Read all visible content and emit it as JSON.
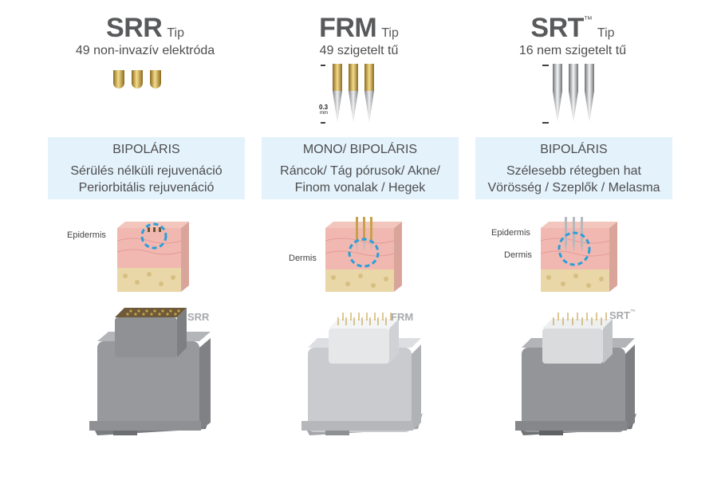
{
  "columns": [
    {
      "title": "SRR",
      "tm": "",
      "tip": "Tip",
      "subtitle": "49 non-invazív elektróda",
      "mode": "BIPOLÁRIS",
      "indication_1": "Sérülés nélküli rejuvenáció",
      "indication_2": "Periorbitális rejuvenáció",
      "skin_labels": [
        "Epidermis"
      ],
      "device_label": "SRR",
      "device_tm": ""
    },
    {
      "title": "FRM",
      "tm": "",
      "tip": "Tip",
      "subtitle": "49 szigetelt tű",
      "depth_label_1": "0.3",
      "depth_label_2": "mm",
      "mode": "MONO/ BIPOLÁRIS",
      "indication_1": "Ráncok/ Tág pórusok/ Akne/",
      "indication_2": "Finom vonalak / Hegek",
      "skin_labels": [
        "Dermis"
      ],
      "device_label": "FRM",
      "device_tm": ""
    },
    {
      "title": "SRT",
      "tm": "™",
      "tip": "Tip",
      "subtitle": "16 nem szigetelt tű",
      "mode": "BIPOLÁRIS",
      "indication_1": "Szélesebb rétegben hat",
      "indication_2": "Vörösség / Szeplők / Melasma",
      "skin_labels": [
        "Epidermis",
        "Dermis"
      ],
      "device_label": "SRT",
      "device_tm": "™"
    }
  ],
  "colors": {
    "box_bg": "#e4f2fb",
    "gold_tip": "#c8a24a",
    "silver_tip": "#b5b8bc",
    "highlight_circle": "#2a9fd8",
    "device_dark": "#8a8c90",
    "device_light": "#c9cbcf"
  }
}
